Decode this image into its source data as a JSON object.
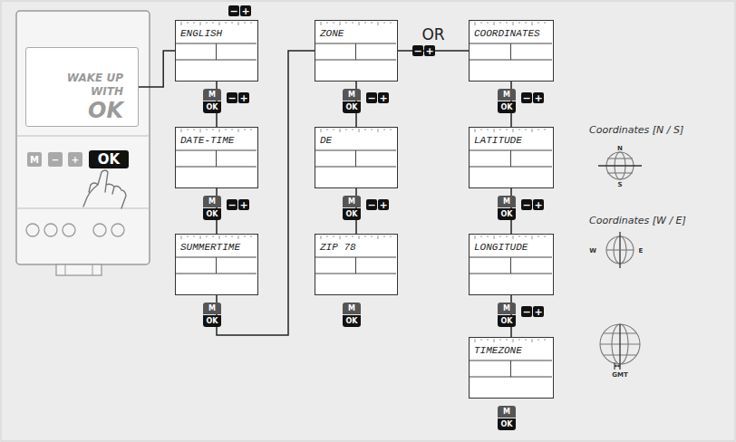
{
  "diagram": {
    "nodes": [
      {
        "text": [
          "WAKE UP",
          "WITH",
          "OK"
        ]
      },
      {
        "text": [
          "ENGLISH"
        ]
      },
      {
        "text": [
          "DATE-TIME"
        ]
      },
      {
        "text": [
          "SUMMERTIME"
        ]
      },
      {
        "text": [
          "ZONE"
        ]
      },
      {
        "text": [
          "DE"
        ]
      },
      {
        "text": [
          "ZIP 78"
        ]
      },
      {
        "text": [
          "COORDINATES"
        ]
      },
      {
        "text": [
          "LATITUDE"
        ]
      },
      {
        "text": [
          "LONGITUDE"
        ]
      },
      {
        "text": [
          "TIMEZONE"
        ]
      }
    ],
    "edges": [
      {
        "from": 0,
        "to": 1,
        "arrow": "none"
      },
      {
        "from": 1,
        "to": 2,
        "arrow": "none"
      },
      {
        "from": 2,
        "to": 3,
        "arrow": "none"
      },
      {
        "from": 3,
        "to": 4,
        "arrow": "none"
      },
      {
        "from": 4,
        "to": 5,
        "arrow": "none"
      },
      {
        "from": 5,
        "to": 6,
        "arrow": "none"
      },
      {
        "from": 4,
        "to": 7,
        "label": "OR",
        "arrow": "none"
      },
      {
        "from": 7,
        "to": 8,
        "arrow": "none"
      },
      {
        "from": 8,
        "to": 9,
        "arrow": "none"
      },
      {
        "from": 9,
        "to": 10,
        "arrow": "none"
      }
    ],
    "labels": [
      "M",
      "−",
      "+",
      "OK",
      "−",
      "+",
      "M",
      "OK",
      "−",
      "+",
      "M",
      "OK",
      "−",
      "+",
      "M",
      "OK",
      "M",
      "OK",
      "−",
      "+",
      "−",
      "+",
      "M",
      "OK",
      "−",
      "+",
      "M",
      "OK",
      "M",
      "OK",
      "−",
      "+",
      "M",
      "OK",
      "−",
      "+",
      "M",
      "OK",
      "−",
      "+",
      "M",
      "OK",
      "Coordinates [N / S]",
      "N",
      "S",
      "Coordinates [W / E]",
      "W",
      "E",
      "GMT"
    ]
  }
}
